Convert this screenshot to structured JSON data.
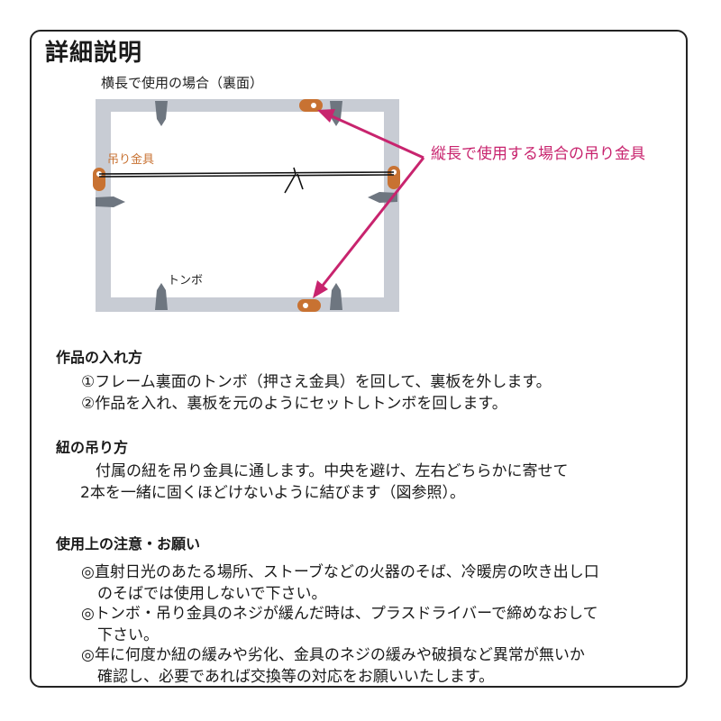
{
  "title": "詳細説明",
  "diagram": {
    "caption": "横長で使用の場合（裏面）",
    "hanger_label": "吊り金具",
    "tonbo_label": "トンボ",
    "callout_label": "縦長で使用する場合の吊り金具",
    "colors": {
      "frame": "#c8ccd4",
      "hanger": "#c87232",
      "tonbo": "#6e7680",
      "callout": "#c8246e"
    }
  },
  "sections": [
    {
      "heading": "作品の入れ方",
      "lines": [
        "①フレーム裏面のトンボ（押さえ金具）を回して、裏板を外します。",
        "②作品を入れ、裏板を元のようにセットしトンボを回します。"
      ]
    },
    {
      "heading": "紐の吊り方",
      "lines": [
        "付属の紐を吊り金具に通します。中央を避け、左右どちらかに寄せて",
        "2本を一緒に固くほどけないように結びます（図参照）。"
      ]
    },
    {
      "heading": "使用上の注意・お願い",
      "lines": [
        "◎直射日光のあたる場所、ストーブなどの火器のそば、冷暖房の吹き出し口",
        "のそばでは使用しないで下さい。",
        "◎トンボ・吊り金具のネジが緩んだ時は、プラスドライバーで締めなおして",
        "下さい。",
        "◎年に何度か紐の緩みや劣化、金具のネジの緩みや破損など異常が無いか",
        "確認し、必要であれば交換等の対応をお願いいたします。"
      ]
    }
  ]
}
